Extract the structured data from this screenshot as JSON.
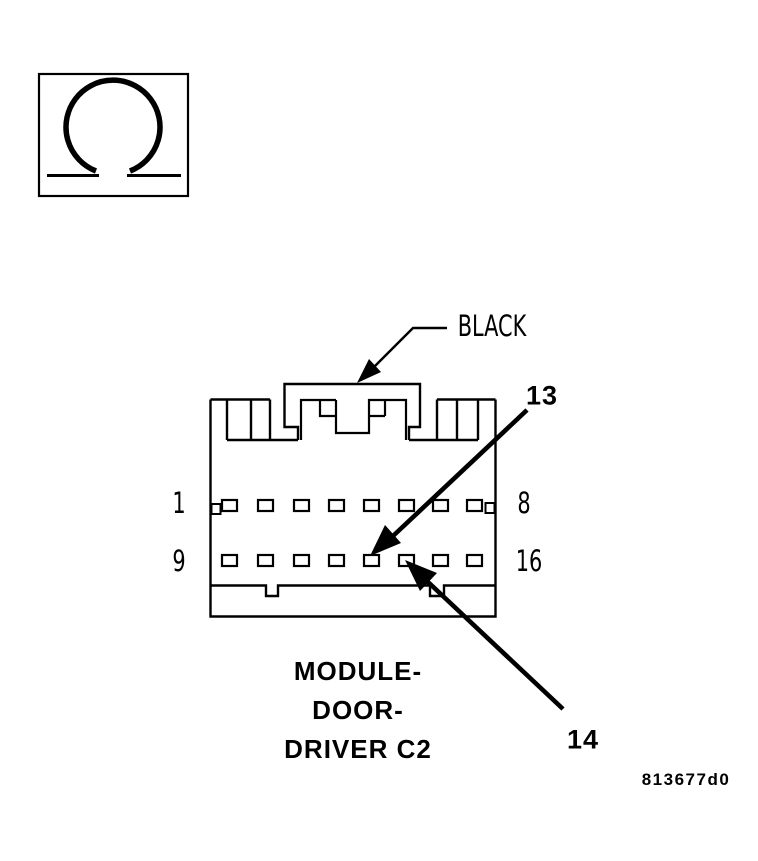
{
  "figure": {
    "background": "#ffffff",
    "ink": "#000000",
    "code": "813677d0"
  },
  "ohm_symbol": {
    "icon": "omega-resistance-icon",
    "glyph": "Ω"
  },
  "connector": {
    "wire_color_label": "BLACK",
    "name_lines": [
      "MODULE-",
      "DOOR-",
      "DRIVER C2"
    ],
    "rows": 2,
    "pins_per_row": 8,
    "pin_labels": {
      "row1_first": "1",
      "row1_last": "8",
      "row2_first": "9",
      "row2_last": "16"
    },
    "callouts": {
      "first": "13",
      "second": "14"
    }
  }
}
